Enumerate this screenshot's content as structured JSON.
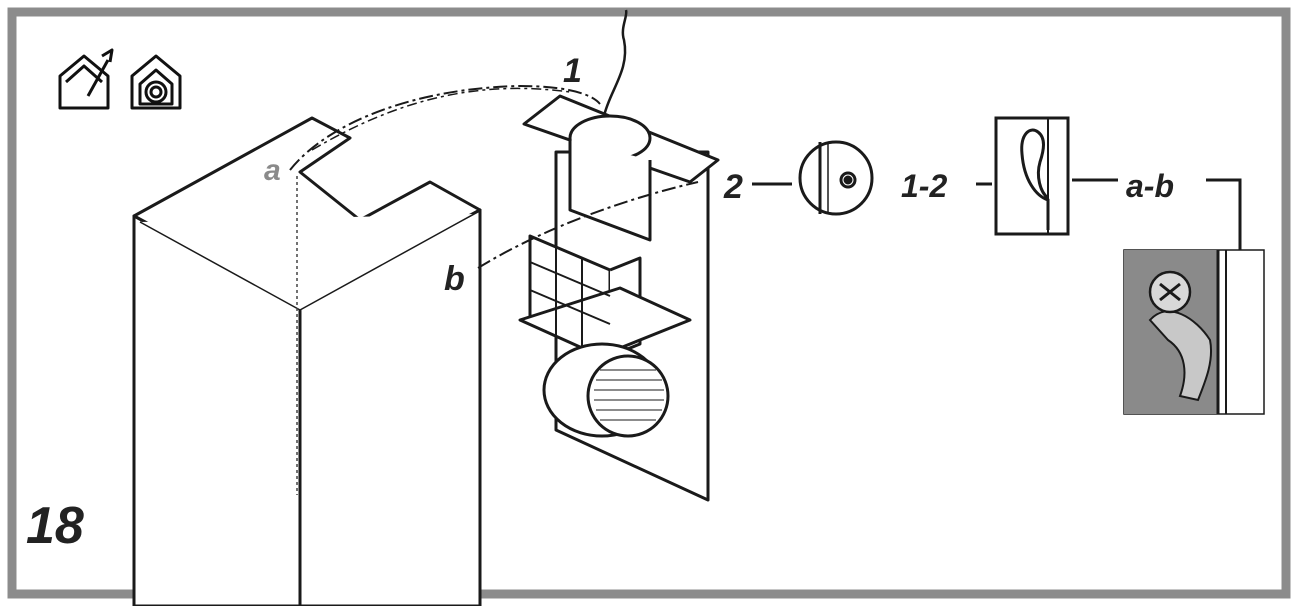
{
  "figure": {
    "step_number": "18",
    "labels": {
      "a": "a",
      "b": "b",
      "one": "1",
      "two": "2",
      "one_two": "1-2",
      "a_b": "a-b"
    },
    "icons": [
      "ducted-extraction-icon",
      "recirculation-icon"
    ],
    "colors": {
      "frame": "#8c8c8c",
      "line": "#1a1a1a",
      "detail_fill": "#8a8a8a",
      "label_grey": "#8a8a8a"
    }
  }
}
